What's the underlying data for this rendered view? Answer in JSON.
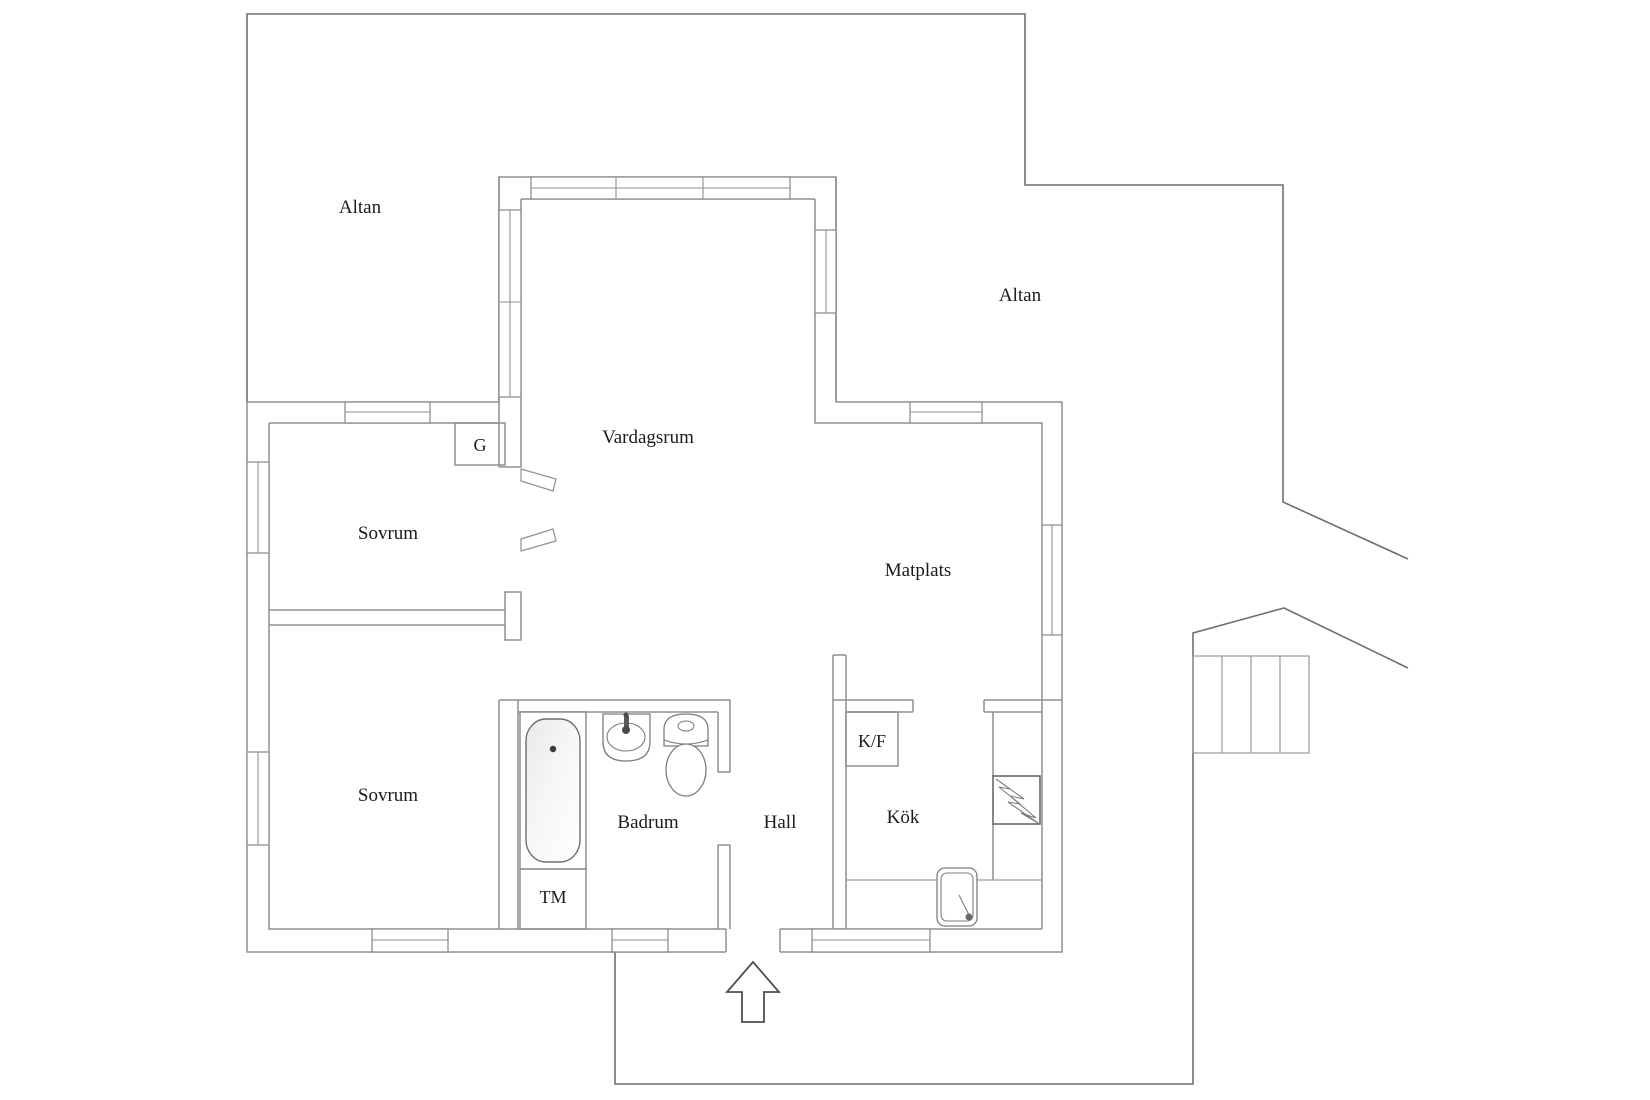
{
  "document": {
    "type": "floor-plan",
    "background": "#ffffff"
  },
  "colors": {
    "wall_line": "#8f8f8f",
    "boundary_line": "#6f6f6f",
    "fixture_line": "#7d7d7d",
    "arrow_line": "#4f4f4f",
    "text": "#1b1b1b",
    "tub_shade": "#e9e9e9"
  },
  "labels": {
    "altan_left": "Altan",
    "altan_right": "Altan",
    "vardagsrum": "Vardagsrum",
    "sovrum_upper": "Sovrum",
    "sovrum_lower": "Sovrum",
    "matplats": "Matplats",
    "badrum": "Badrum",
    "hall": "Hall",
    "kok": "Kök",
    "tm": "TM",
    "kf": "K/F",
    "g": "G"
  },
  "icons": {
    "bathtub": "bathtub-icon",
    "washbasin": "washbasin-icon",
    "toilet": "toilet-icon",
    "kitchen_sink": "kitchen-sink-icon",
    "stove": "stove-lightning-icon",
    "stairs": "stairs-icon",
    "roof_overhang": "roof-overhang-icon",
    "entrance_arrow": "entrance-arrow-icon"
  }
}
